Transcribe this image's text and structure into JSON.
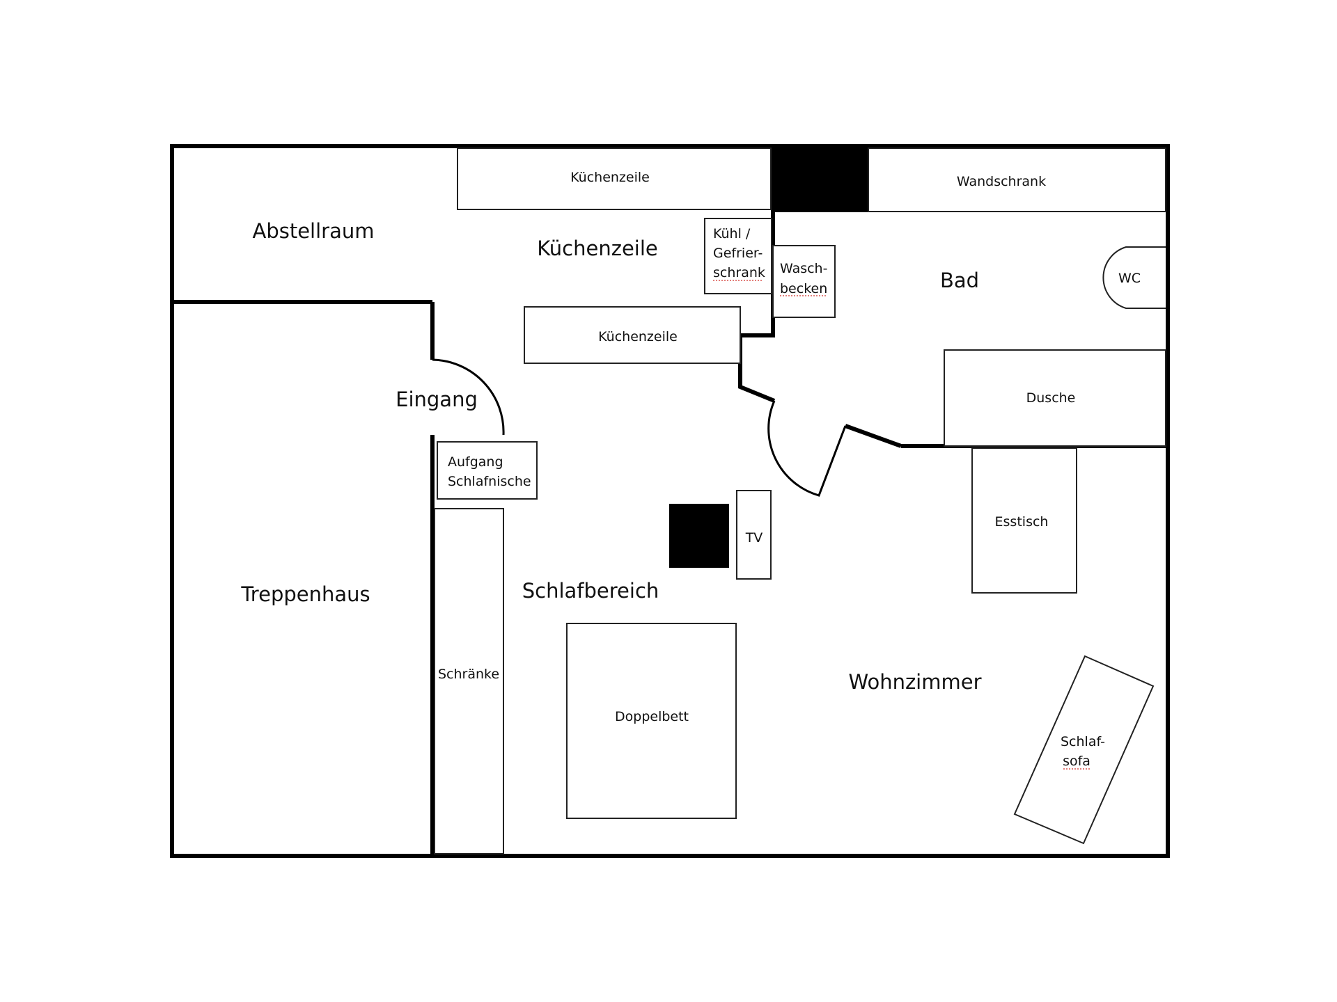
{
  "rooms": {
    "abstellraum": "Abstellraum",
    "kuechenzeile": "Küchenzeile",
    "bad": "Bad",
    "eingang": "Eingang",
    "treppenhaus": "Treppenhaus",
    "schlafbereich": "Schlafbereich",
    "wohnzimmer": "Wohnzimmer"
  },
  "furniture": {
    "kuechenzeile_top": "Küchenzeile",
    "kuechenzeile_bottom": "Küchenzeile",
    "wandschrank": "Wandschrank",
    "kuehl_line1": "Kühl /",
    "kuehl_line2": "Gefrier-",
    "kuehl_line3": "schrank",
    "wasch_line1": "Wasch-",
    "wasch_line2": "becken",
    "wc": "WC",
    "dusche": "Dusche",
    "aufgang_line1": "Aufgang",
    "aufgang_line2": "Schlafnische",
    "schraenke": "Schränke",
    "tv": "TV",
    "esstisch": "Esstisch",
    "doppelbett": "Doppelbett",
    "sofa_line1": "Schlaf-",
    "sofa_line2": "sofa"
  },
  "colors": {
    "wall": "#000000",
    "background": "#ffffff",
    "spellcheck_underline": "#d9534f"
  }
}
